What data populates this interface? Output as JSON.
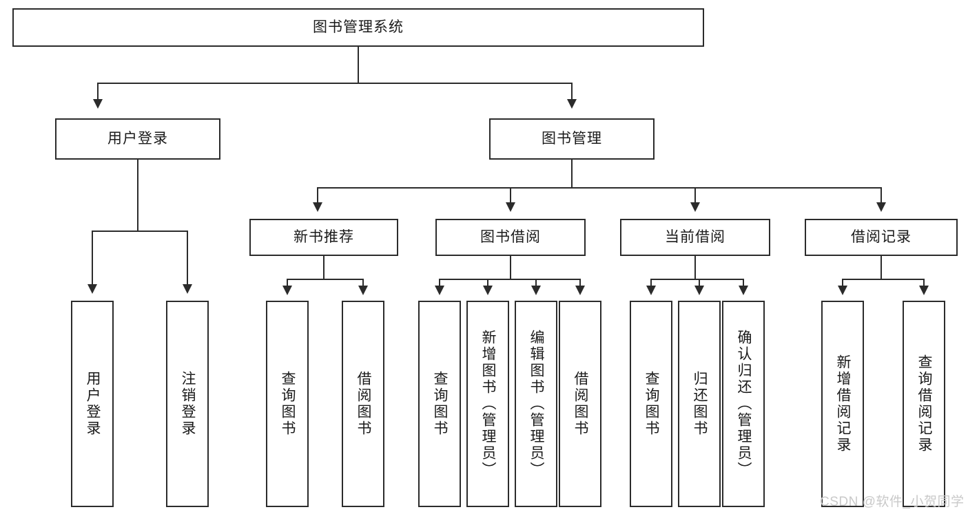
{
  "diagram": {
    "type": "tree-hierarchy",
    "title": "图书管理系统",
    "root": {
      "label": "图书管理系统"
    },
    "level2": [
      {
        "label": "用户登录"
      },
      {
        "label": "图书管理"
      }
    ],
    "level3": [
      {
        "label": "新书推荐"
      },
      {
        "label": "图书借阅"
      },
      {
        "label": "当前借阅"
      },
      {
        "label": "借阅记录"
      }
    ],
    "leaves": {
      "user_login": [
        {
          "label": "用户登录"
        },
        {
          "label": "注销登录"
        }
      ],
      "new_book_recommend": [
        {
          "label": "查询图书"
        },
        {
          "label": "借阅图书"
        }
      ],
      "book_borrow": [
        {
          "label": "查询图书"
        },
        {
          "label": "新增图书（管理员）"
        },
        {
          "label": "编辑图书（管理员）"
        },
        {
          "label": "借阅图书"
        }
      ],
      "current_borrow": [
        {
          "label": "查询图书"
        },
        {
          "label": "归还图书"
        },
        {
          "label": "确认归还（管理员）"
        }
      ],
      "borrow_record": [
        {
          "label": "新增借阅记录"
        },
        {
          "label": "查询借阅记录"
        }
      ]
    }
  },
  "watermark": {
    "text": "CSDN @软件_小贺同学"
  },
  "colors": {
    "stroke": "#2b2b2b",
    "fill": "#ffffff",
    "text": "#1a1a1a",
    "watermark": "#c9c9c9"
  }
}
